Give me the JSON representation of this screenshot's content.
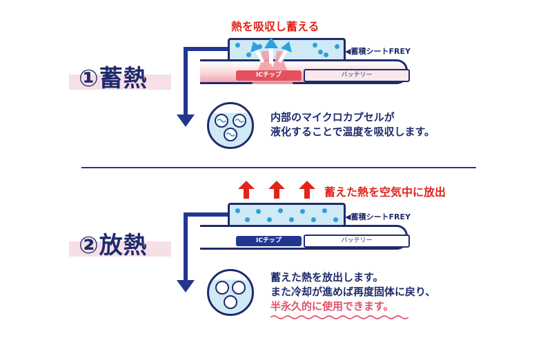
{
  "section1": {
    "heading": "①蓄熱",
    "top_text": "熱を吸収し蓄える",
    "sheet_label": "◀蓄積シートFREY",
    "chip_label": "ICチップ",
    "battery_label": "バッテリー",
    "desc_line1": "内部のマイクロカプセルが",
    "desc_line2": "液化することで温度を吸収します。"
  },
  "section2": {
    "heading": "②放熱",
    "top_text": "蓄えた熱を空気中に放出",
    "sheet_label": "◀蓄積シートFREY",
    "chip_label": "ICチップ",
    "battery_label": "バッテリー",
    "desc_line1": "蓄えた熱を放出します。",
    "desc_line2": "また冷却が進めば再度固体に戻り、",
    "desc_line3": "半永久的に使用できます。"
  },
  "colors": {
    "navy": "#1f2a6b",
    "red": "#e1251b",
    "sheet_blue": "#cfe9f5",
    "dot_blue": "#2ea0dc",
    "pink": "#f6dfe6"
  }
}
